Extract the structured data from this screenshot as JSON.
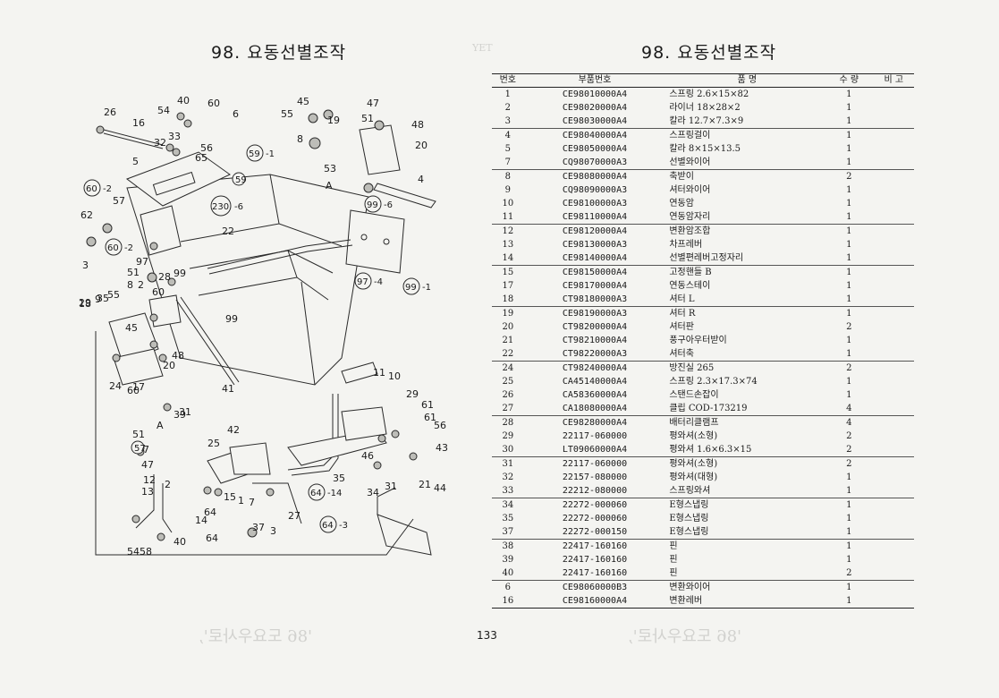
{
  "left_page": {
    "title": "98. 요동선별조작",
    "diagram": {
      "callouts": [
        "26",
        "16",
        "54",
        "40",
        "60",
        "6",
        "32",
        "33",
        "56",
        "65",
        "5",
        "55",
        "45",
        "19",
        "51",
        "47",
        "48",
        "8",
        "20",
        "53",
        "59",
        "A",
        "4",
        "24",
        "99",
        "230",
        "22",
        "57",
        "60",
        "60",
        "2",
        "62",
        "47",
        "3",
        "51",
        "28",
        "8",
        "97",
        "99",
        "29",
        "35",
        "9",
        "18",
        "55",
        "45",
        "48",
        "20",
        "24",
        "17",
        "41",
        "11",
        "10",
        "29",
        "61",
        "61",
        "56",
        "43",
        "46",
        "35",
        "34",
        "31",
        "21",
        "44",
        "31",
        "39",
        "A",
        "51",
        "57",
        "47",
        "12",
        "2",
        "13",
        "14",
        "25",
        "42",
        "1",
        "64",
        "15",
        "7",
        "27",
        "64",
        "3",
        "37",
        "40",
        "54",
        "58"
      ],
      "circled": [
        "59",
        "-1",
        "60",
        "-2",
        "230",
        "-6",
        "99",
        "-6",
        "60",
        "-2",
        "97",
        "-4",
        "99",
        "-1",
        "64",
        "-14",
        "64",
        "-3"
      ]
    }
  },
  "right_page": {
    "title": "98. 요동선별조작",
    "table": {
      "headers": {
        "no": "번호",
        "part_no": "부품번호",
        "name": "품    명",
        "qty": "수 량",
        "remarks": "비 고"
      },
      "rows": [
        {
          "no": "1",
          "part_no": "CE98010000A4",
          "name": "스프링 2.6×15×82",
          "qty": "1"
        },
        {
          "no": "2",
          "part_no": "CE98020000A4",
          "name": "라이너 18×28×2",
          "qty": "1"
        },
        {
          "no": "3",
          "part_no": "CE98030000A4",
          "name": "칼라 12.7×7.3×9",
          "qty": "1"
        },
        {
          "no": "4",
          "part_no": "CE98040000A4",
          "name": "스프링걸이",
          "qty": "1"
        },
        {
          "no": "5",
          "part_no": "CE98050000A4",
          "name": "칼라 8×15×13.5",
          "qty": "1"
        },
        {
          "no": "7",
          "part_no": "CQ98070000A3",
          "name": "선별와이어",
          "qty": "1"
        },
        {
          "no": "8",
          "part_no": "CE98080000A4",
          "name": "축받이",
          "qty": "2"
        },
        {
          "no": "9",
          "part_no": "CQ98090000A3",
          "name": "셔터와이어",
          "qty": "1"
        },
        {
          "no": "10",
          "part_no": "CE98100000A3",
          "name": "연동암",
          "qty": "1"
        },
        {
          "no": "11",
          "part_no": "CE98110000A4",
          "name": "연동암자리",
          "qty": "1"
        },
        {
          "no": "12",
          "part_no": "CE98120000A4",
          "name": "변환암조합",
          "qty": "1"
        },
        {
          "no": "13",
          "part_no": "CE98130000A3",
          "name": "차프레버",
          "qty": "1"
        },
        {
          "no": "14",
          "part_no": "CE98140000A4",
          "name": "선별편레버고정자리",
          "qty": "1"
        },
        {
          "no": "15",
          "part_no": "CE98150000A4",
          "name": "고정핸들 B",
          "qty": "1"
        },
        {
          "no": "17",
          "part_no": "CE98170000A4",
          "name": "연동스테이",
          "qty": "1"
        },
        {
          "no": "18",
          "part_no": "CT98180000A3",
          "name": "셔터 L",
          "qty": "1"
        },
        {
          "no": "19",
          "part_no": "CE98190000A3",
          "name": "셔터 R",
          "qty": "1"
        },
        {
          "no": "20",
          "part_no": "CT98200000A4",
          "name": "셔터판",
          "qty": "2"
        },
        {
          "no": "21",
          "part_no": "CT98210000A4",
          "name": "풍구아우터받이",
          "qty": "1"
        },
        {
          "no": "22",
          "part_no": "CT98220000A3",
          "name": "셔터축",
          "qty": "1"
        },
        {
          "no": "24",
          "part_no": "CT98240000A4",
          "name": "방진실 265",
          "qty": "2"
        },
        {
          "no": "25",
          "part_no": "CA45140000A4",
          "name": "스프링 2.3×17.3×74",
          "qty": "1"
        },
        {
          "no": "26",
          "part_no": "CA58360000A4",
          "name": "스탠드손잡이",
          "qty": "1"
        },
        {
          "no": "27",
          "part_no": "CA18080000A4",
          "name": "클립 COD-173219",
          "qty": "4"
        },
        {
          "no": "28",
          "part_no": "CE98280000A4",
          "name": "배터리클램프",
          "qty": "4"
        },
        {
          "no": "29",
          "part_no": "22117-060000",
          "name": "평와셔(소형)",
          "qty": "2"
        },
        {
          "no": "30",
          "part_no": "LT09060000A4",
          "name": "평와셔 1.6×6.3×15",
          "qty": "2"
        },
        {
          "no": "31",
          "part_no": "22117-060000",
          "name": "평와셔(소형)",
          "qty": "2"
        },
        {
          "no": "32",
          "part_no": "22157-080000",
          "name": "평와셔(대형)",
          "qty": "1"
        },
        {
          "no": "33",
          "part_no": "22212-080000",
          "name": "스프링와셔",
          "qty": "1"
        },
        {
          "no": "34",
          "part_no": "22272-000060",
          "name": "E형스냅링",
          "qty": "1"
        },
        {
          "no": "35",
          "part_no": "22272-000060",
          "name": "E형스냅링",
          "qty": "1"
        },
        {
          "no": "37",
          "part_no": "22272-000150",
          "name": "E형스냅링",
          "qty": "1"
        },
        {
          "no": "38",
          "part_no": "22417-160160",
          "name": "핀",
          "qty": "1"
        },
        {
          "no": "39",
          "part_no": "22417-160160",
          "name": "핀",
          "qty": "1"
        },
        {
          "no": "40",
          "part_no": "22417-160160",
          "name": "핀",
          "qty": "2"
        },
        {
          "no": "6",
          "part_no": "CE98060000B3",
          "name": "변환와이어",
          "qty": "1"
        },
        {
          "no": "16",
          "part_no": "CE98160000A4",
          "name": "변환레버",
          "qty": "1"
        }
      ]
    },
    "page_number": "133"
  },
  "bleed_through": {
    "top": "YET",
    "bottom_left": "'86 도요우사로',",
    "bottom_right": "'86 도요우사로',"
  },
  "colors": {
    "paper": "#f4f4f1",
    "ink": "#1a1a1a",
    "ghost": "#d2d2cf"
  }
}
